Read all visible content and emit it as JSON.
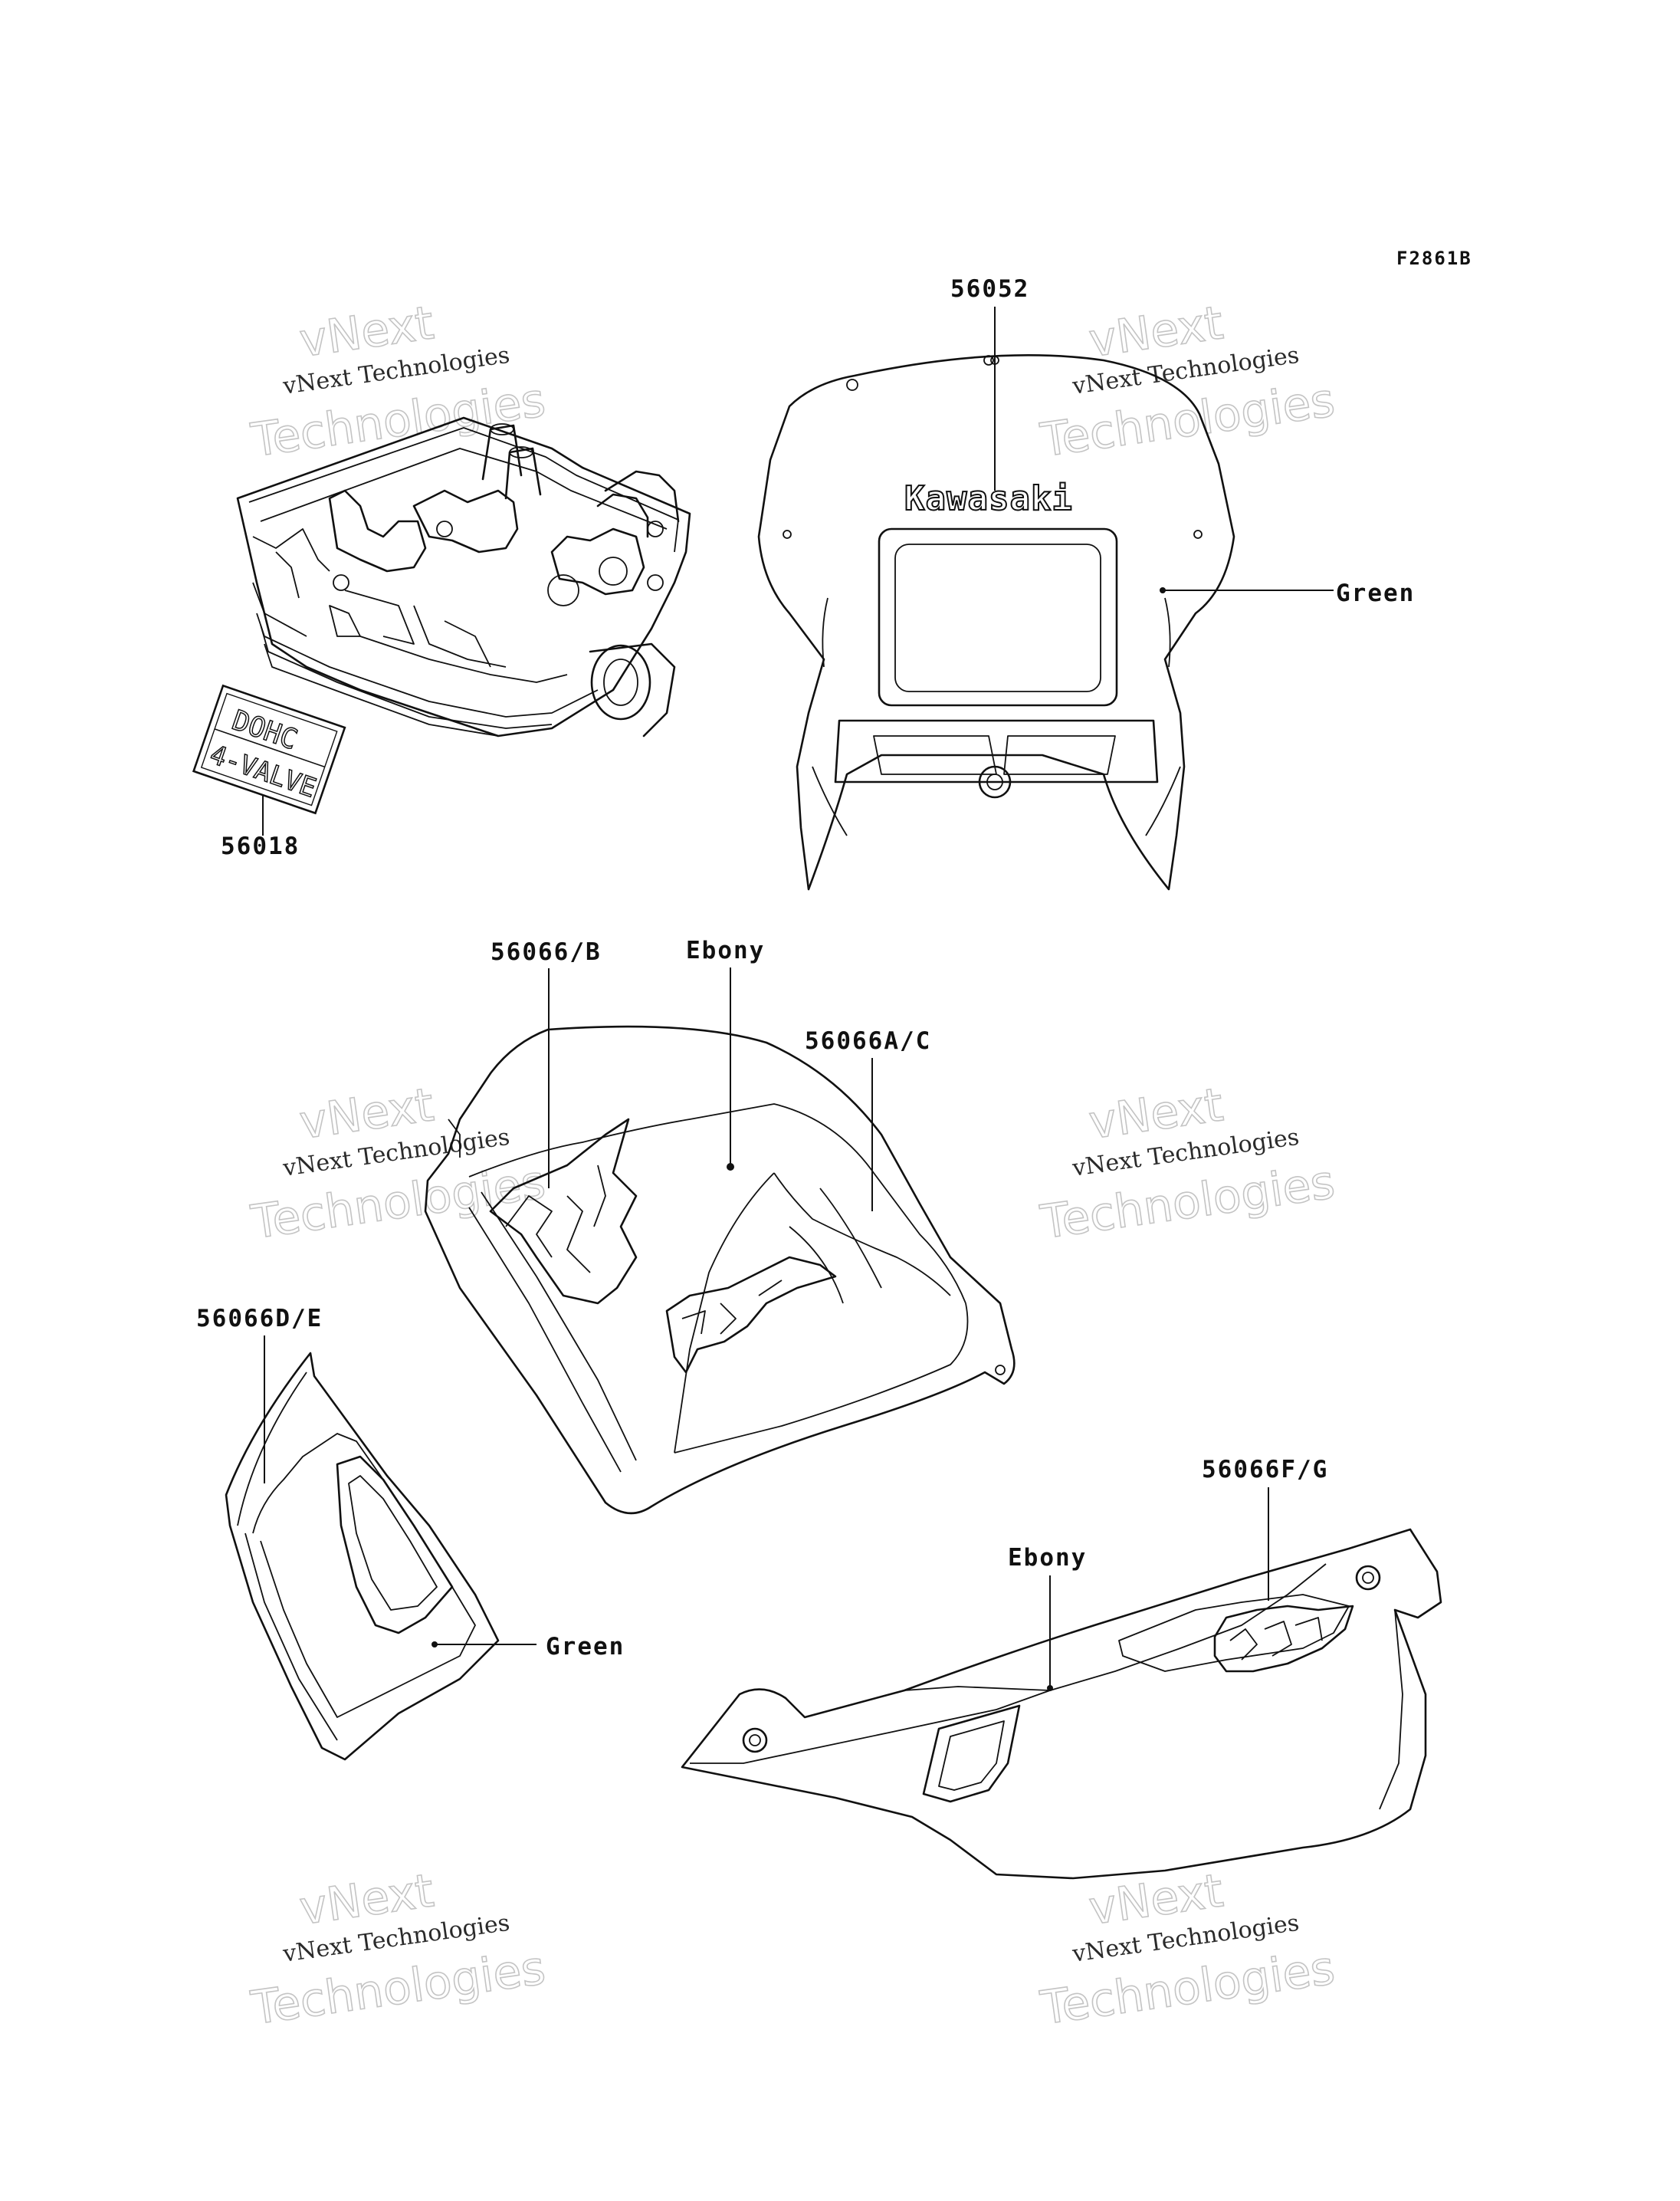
{
  "figure_code": "F2861B",
  "watermark": {
    "line1": "vNext",
    "line2": "vNext Technologies",
    "line3": "Technologies"
  },
  "parts": {
    "cylinder_head_decal": {
      "number": "56018",
      "decal_text_1": "DOHC",
      "decal_text_2": "4-VALVE"
    },
    "cowling_emblem": {
      "number": "56052",
      "brand": "Kawasaki",
      "color": "Green"
    },
    "tank_decal_left": {
      "number": "56066/B"
    },
    "tank_decal_right": {
      "number": "56066A/C"
    },
    "tank_color": "Ebony",
    "shroud_decal": {
      "number": "56066D/E",
      "color": "Green"
    },
    "side_cover_decal": {
      "number": "56066F/G",
      "color": "Ebony"
    }
  }
}
